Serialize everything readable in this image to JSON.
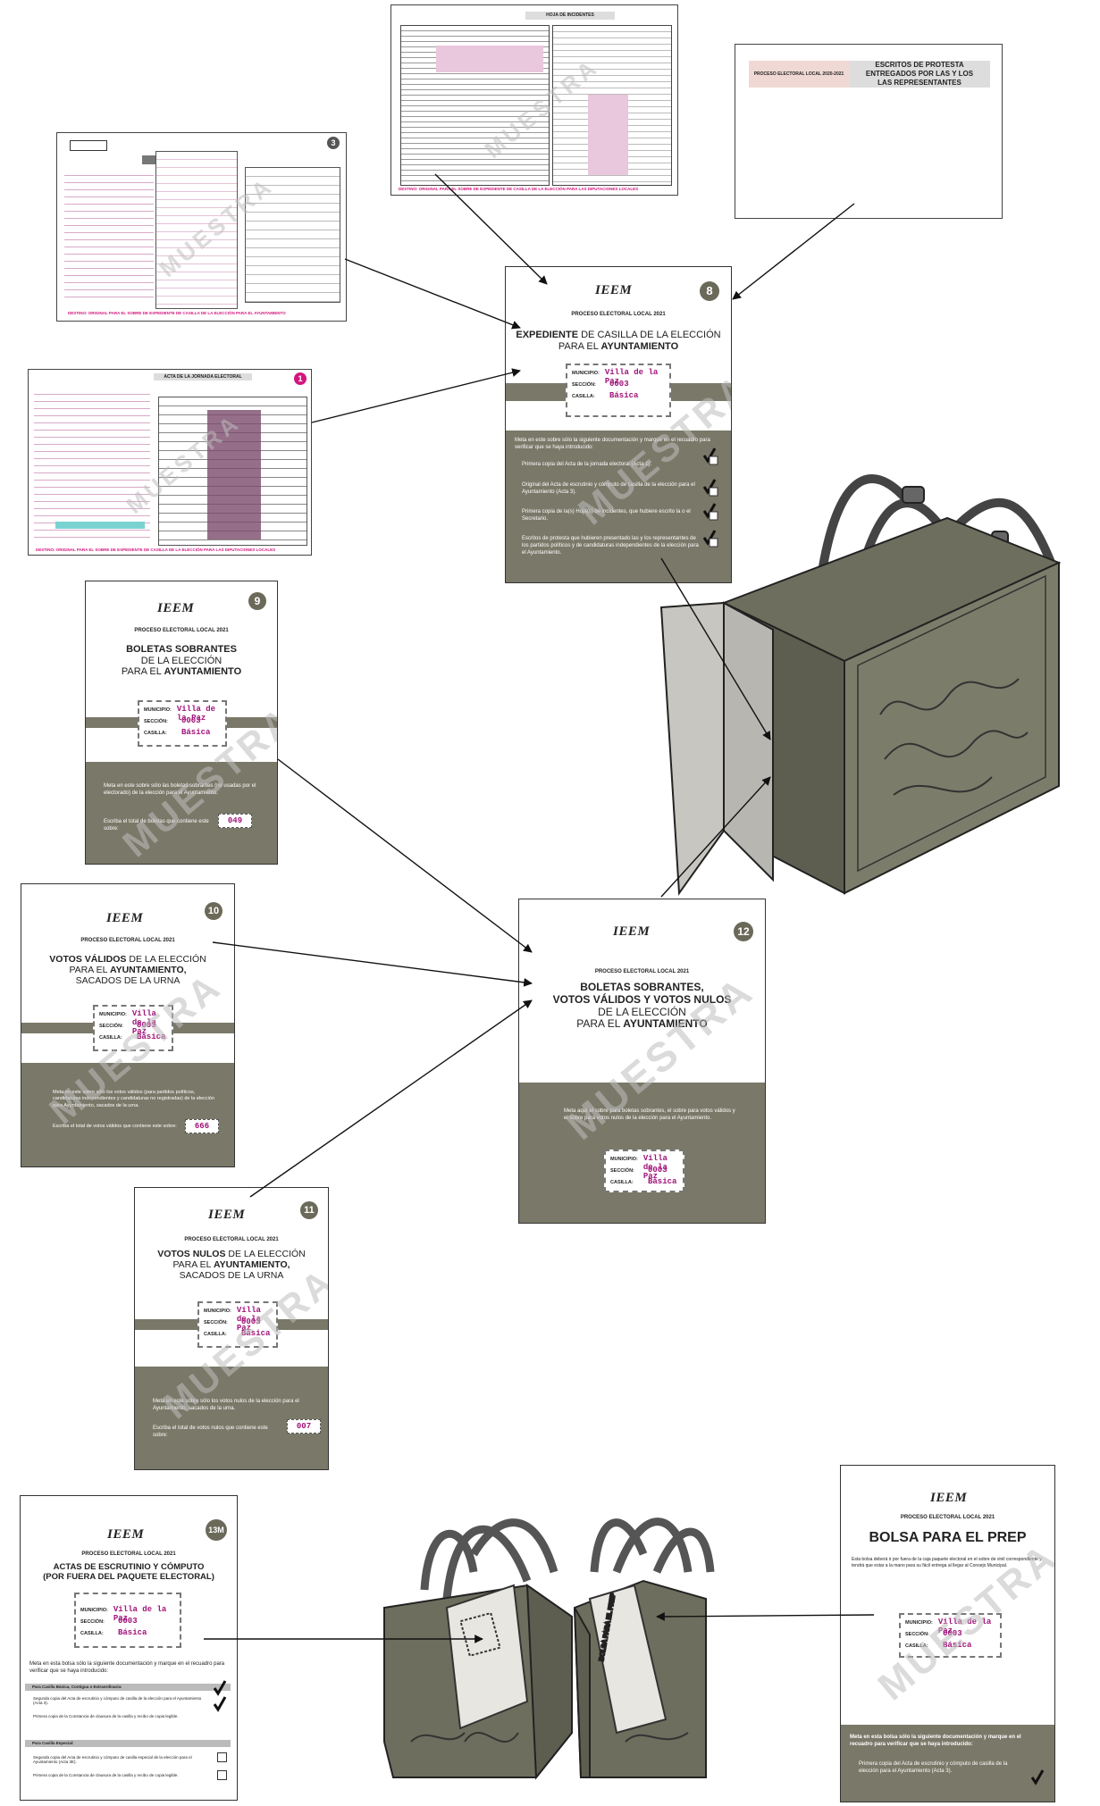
{
  "accent_pink": "#d4157e",
  "accent_gray": "#7a7868",
  "logo": "IEEM",
  "process": "PROCESO ELECTORAL LOCAL 2021",
  "watermark": "MUESTRA",
  "label_keys": {
    "municipio": "MUNICIPIO:",
    "seccion": "SECCIÓN:",
    "casilla": "CASILLA:"
  },
  "label_values": {
    "municipio": "Villa de la Paz",
    "seccion": "0003",
    "casilla": "Básica"
  },
  "doc_incidentes": {
    "title": "HOJA DE INCIDENTES",
    "footer": "DESTINO: ORIGINAL PARA EL SOBRE DE EXPEDIENTE DE CASILLA DE LA ELECCIÓN PARA LAS DIPUTACIONES LOCALES"
  },
  "doc_escritos": {
    "left": "PROCESO ELECTORAL LOCAL 2020-2021",
    "line1": "ESCRITOS DE PROTESTA",
    "line2": "ENTREGADOS POR LAS Y LOS",
    "line3": "LAS REPRESENTANTES"
  },
  "doc_escrutinio": {
    "badge": "3",
    "footer": "DESTINO: ORIGINAL PARA EL SOBRE DE EXPEDIENTE DE CASILLA DE LA ELECCIÓN PARA EL AYUNTAMIENTO"
  },
  "doc_jornada": {
    "title": "ACTA DE LA JORNADA ELECTORAL",
    "badge": "1",
    "footer": "DESTINO: ORIGINAL PARA EL SOBRE DE EXPEDIENTE DE CASILLA DE LA ELECCIÓN PARA LAS DIPUTACIONES LOCALES"
  },
  "env8": {
    "num": "8",
    "t1": "EXPEDIENTE",
    "t2": " DE CASILLA DE LA ELECCIÓN",
    "t3": "PARA EL ",
    "t4": "AYUNTAMIENTO",
    "intro": "Meta en este sobre sólo la siguiente documentación y marque en el recuadro para verificar que se haya introducido:",
    "items": [
      "Primera copia del Acta de la jornada electoral (Acta 1).",
      "Original del Acta de escrutinio y cómputo de casilla de la elección para el Ayuntamiento (Acta 3).",
      "Primera copia de la(s) Hoja(s) de incidentes, que hubiere escrito la o el Secretario.",
      "Escritos de protesta que hubieren presentado las y los representantes de los partidos políticos y de candidaturas independientes de la elección para el Ayuntamiento."
    ]
  },
  "env9": {
    "num": "9",
    "t1": "BOLETAS SOBRANTES",
    "t2": "DE LA ELECCIÓN",
    "t3": "PARA EL ",
    "t4": "AYUNTAMIENTO",
    "i1": "Meta en este sobre sólo las boletas sobrantes (no usadas por el electorado) de la elección para el Ayuntamiento.",
    "i2": "Escriba el total de boletas que contiene este sobre:",
    "count": "049"
  },
  "env10": {
    "num": "10",
    "t1": "VOTOS VÁLIDOS",
    "t2": " DE LA ELECCIÓN",
    "t3": "PARA EL ",
    "t4": "AYUNTAMIENTO,",
    "t5": "SACADOS DE LA URNA",
    "i1": "Meta en este sobre sólo los votos válidos (para partidos políticos, candidaturas independientes y candidaturas no registradas) de la elección para Ayuntamiento, sacados de la urna.",
    "i2": "Escriba el total de votos válidos que contiene este sobre:",
    "count": "666"
  },
  "env11": {
    "num": "11",
    "t1": "VOTOS NULOS",
    "t2": " DE LA ELECCIÓN",
    "t3": "PARA EL ",
    "t4": "AYUNTAMIENTO,",
    "t5": "SACADOS DE LA URNA",
    "i1": "Meta en este sobre sólo los votos nulos de la elección para el Ayuntamiento, sacados de la urna.",
    "i2": "Escriba el total de votos nulos que contiene este sobre:",
    "count": "007"
  },
  "env12": {
    "num": "12",
    "t1": "BOLETAS SOBRANTES,",
    "t2": "VOTOS VÁLIDOS Y VOTOS NULOS",
    "t3": "DE LA ELECCIÓN",
    "t4": "PARA EL ",
    "t5": "AYUNTAMIENTO",
    "i1": "Meta aquí el sobre para boletas sobrantes, el sobre para votos válidos y el sobre para votos nulos de la elección para el Ayuntamiento."
  },
  "env13": {
    "num": "13M",
    "t1": "ACTAS DE ESCRUTINIO Y CÓMPUTO",
    "t2": "(POR FUERA DEL PAQUETE ELECTORAL)",
    "intro": "Meta en esta bolsa sólo la siguiente documentación y marque en el recuadro para verificar que se haya introducido:",
    "sec1": "Para Casilla Básica, Contigua o Extraordinaria:",
    "a1": "Segunda copia del Acta de escrutinio y cómputo de casilla de la elección para el Ayuntamiento (Acta 3).",
    "a2": "Primera copia de la Constancia de clausura de la casilla y recibo de copia legible.",
    "sec2": "Para Casilla Especial:",
    "b1": "Segunda copia del Acta de escrutinio y cómputo de casilla especial de la elección para el Ayuntamiento (Acta 3E).",
    "b2": "Primera copia de la Constancia de clausura de la casilla y recibo de copia legible."
  },
  "prep": {
    "title": "BOLSA PARA EL PREP",
    "desc": "Esta bolsa deberá ir por fuera de la caja paquete electoral en el sobre de vinil correspondiente y tendrá que estar a la mano para su fácil entrega al llegar al Consejo Municipal.",
    "intro": "Meta en esta bolsa sólo la siguiente documentación y marque en el recuadro para verificar que se haya introducido:",
    "i1": "Primera copia del Acta de escrutinio y cómputo de casilla de la elección para el Ayuntamiento (Acta 3)."
  },
  "bag_left_label": "BOLSA PARA EL PREP"
}
